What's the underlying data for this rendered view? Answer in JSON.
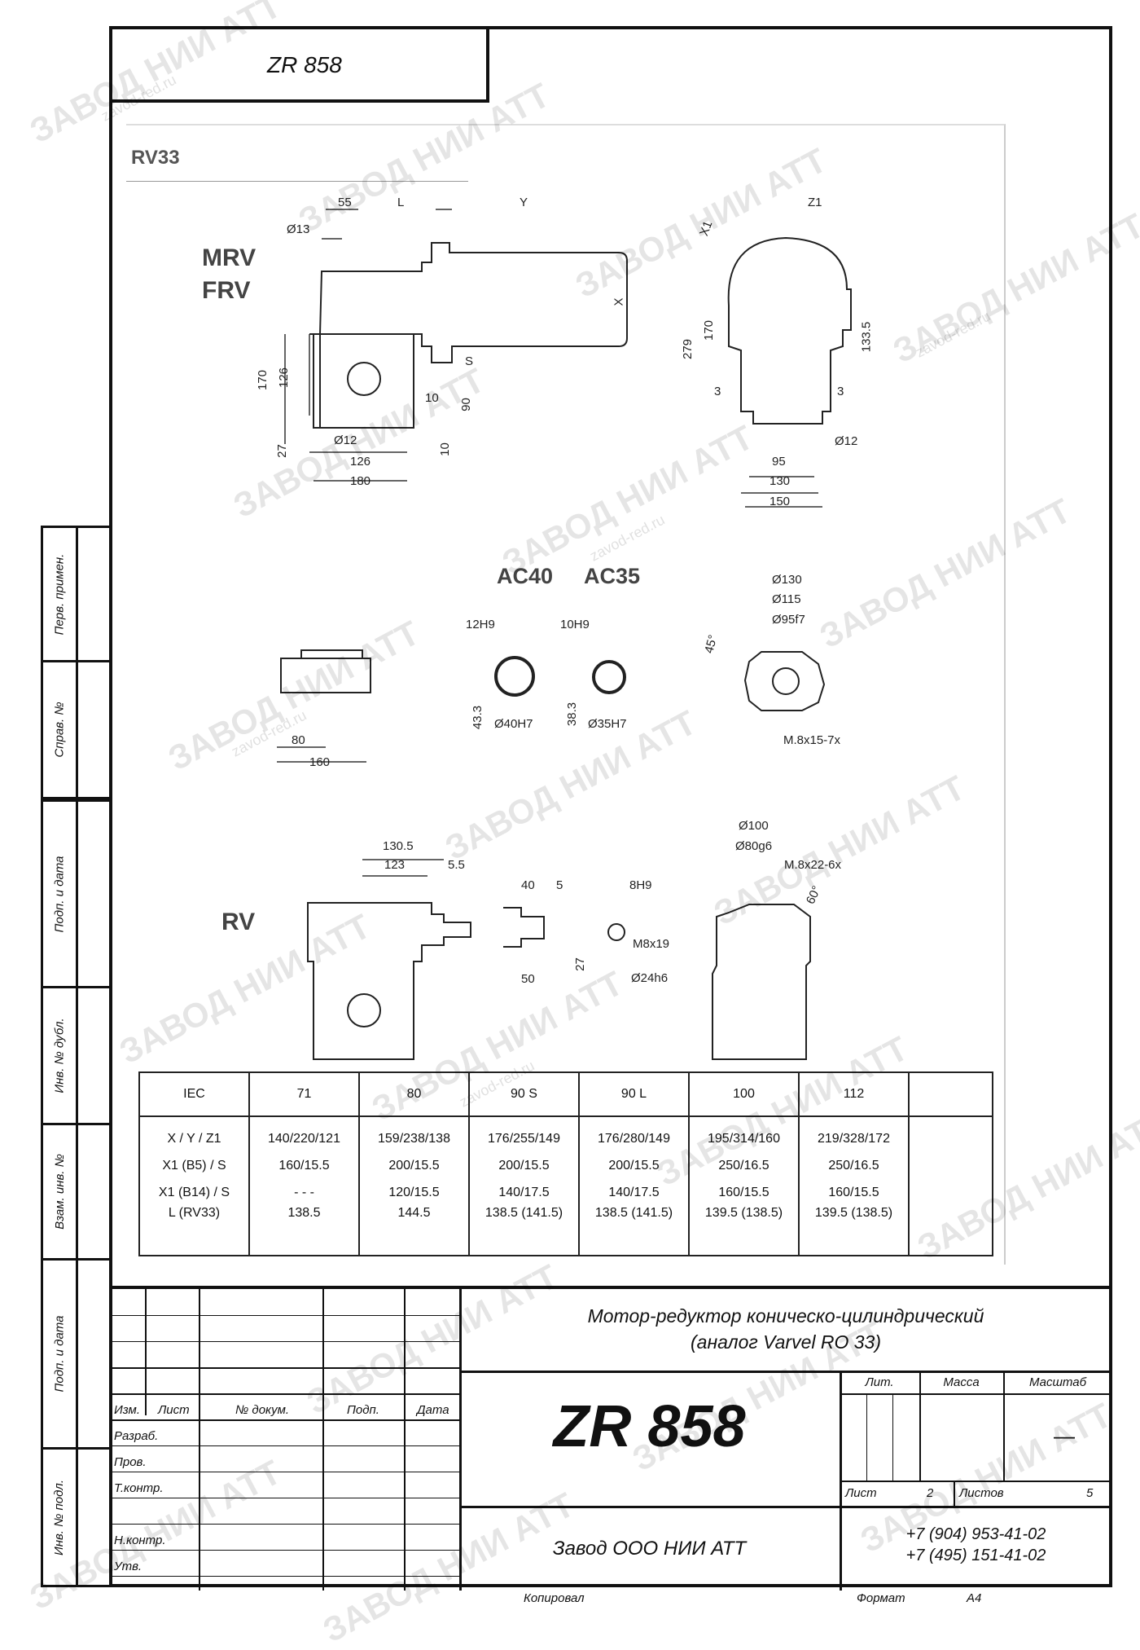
{
  "header": {
    "code": "ZR 858"
  },
  "drawing": {
    "series": "RV33",
    "views": {
      "mrv_frv": [
        "MRV",
        "FRV"
      ],
      "ac": [
        "AC40",
        "AC35"
      ],
      "rv": "RV"
    },
    "dims": {
      "d55": "55",
      "dL": "L",
      "dY": "Y",
      "dZ1": "Z1",
      "dX1": "X1",
      "dX": "X",
      "d13": "Ø13",
      "d170a": "170",
      "d126a": "126",
      "d27": "27",
      "dS": "S",
      "d10a": "10",
      "d90": "90",
      "d10b": "10",
      "d12a": "Ø12",
      "d126b": "126",
      "d180": "180",
      "d279": "279",
      "d170b": "170",
      "d1335": "133.5",
      "d3a": "3",
      "d3b": "3",
      "d12b": "Ø12",
      "d95": "95",
      "d130": "130",
      "d150": "150",
      "d12H9": "12H9",
      "d10H9": "10H9",
      "d433": "43.3",
      "d40H7": "Ø40H7",
      "d383": "38.3",
      "d35H7": "Ø35H7",
      "d80": "80",
      "d160": "160",
      "dO130": "Ø130",
      "dO115": "Ø115",
      "dO95f7": "Ø95f7",
      "d45": "45°",
      "dM8x15": "M.8x15-7x",
      "d1305": "130.5",
      "d123": "123",
      "d55b": "5.5",
      "d40": "40",
      "d5": "5",
      "d8H9": "8H9",
      "d27b": "27",
      "dM8x19": "M8x19",
      "d50": "50",
      "d24h6": "Ø24h6",
      "dO100": "Ø100",
      "dO80g6": "Ø80g6",
      "dM8x22": "M.8x22-6x",
      "d60": "60°"
    }
  },
  "table": {
    "header": [
      "IEC",
      "71",
      "80",
      "90 S",
      "90 L",
      "100",
      "112",
      ""
    ],
    "rows": [
      [
        "X / Y / Z1",
        "140/220/121",
        "159/238/138",
        "176/255/149",
        "176/280/149",
        "195/314/160",
        "219/328/172",
        ""
      ],
      [
        "X1 (B5) / S",
        "160/15.5",
        "200/15.5",
        "200/15.5",
        "200/15.5",
        "250/16.5",
        "250/16.5",
        ""
      ],
      [
        "X1 (B14) / S",
        "- - -",
        "120/15.5",
        "140/17.5",
        "140/17.5",
        "160/15.5",
        "160/15.5",
        ""
      ],
      [
        "L (RV33)",
        "138.5",
        "144.5",
        "138.5 (141.5)",
        "138.5 (141.5)",
        "139.5 (138.5)",
        "139.5 (138.5)",
        ""
      ]
    ]
  },
  "side_labels": [
    "Перв. примен.",
    "Справ. №",
    "Подп. и дата",
    "Инв. № дубл.",
    "Взам. инв. №",
    "Подп. и дата",
    "Инв. № подл."
  ],
  "title_block": {
    "cols": [
      "Изм.",
      "Лист",
      "№ докум.",
      "Подп.",
      "Дата"
    ],
    "roles": [
      "Разраб.",
      "Пров.",
      "Т.контр.",
      "Н.контр.",
      "Утв."
    ],
    "description_line1": "Мотор-редуктор коническо-цилиндрический",
    "description_line2": "(аналог Varvel RO 33)",
    "code": "ZR 858",
    "lit_label": "Лит.",
    "mass_label": "Масса",
    "scale_label": "Масштаб",
    "scale_value": "—",
    "sheet_label": "Лист",
    "sheet_value": "2",
    "sheets_label": "Листов",
    "sheets_value": "5",
    "company": "Завод ООО НИИ АТТ",
    "phone1": "+7 (904) 953-41-02",
    "phone2": "+7 (495) 151-41-02",
    "copied_label": "Копировал",
    "format_label": "Формат",
    "format_value": "A4"
  },
  "watermark": {
    "main": "ЗАВОД НИИ АТТ",
    "url": "zavod-red.ru"
  }
}
